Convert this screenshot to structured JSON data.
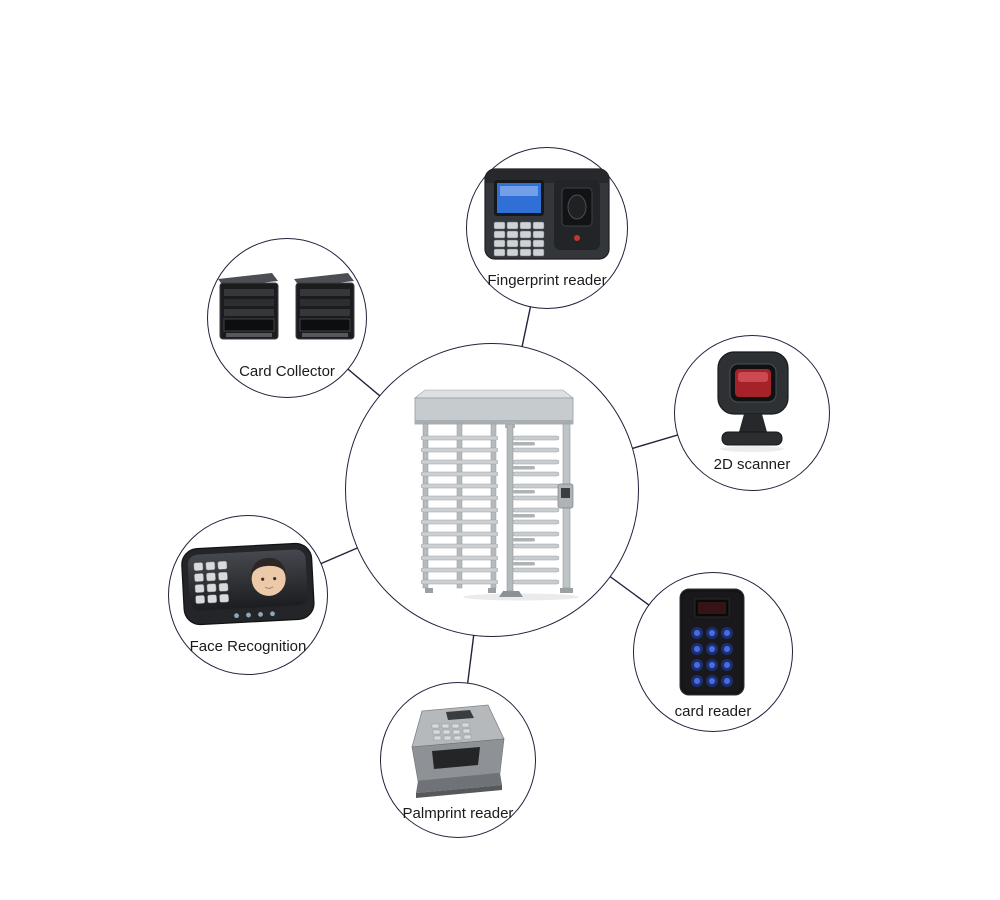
{
  "diagram": {
    "type": "hub-and-spoke",
    "background": "#ffffff",
    "colors": {
      "connector_line": "#22223d",
      "circle_border": "#22223d",
      "label_text": "#1a1a1a"
    },
    "center": {
      "id": "turnstile",
      "image": "full-height-turnstile"
    },
    "nodes": [
      {
        "id": "fingerprint-reader",
        "image": "fingerprint-reader-terminal",
        "label": "Fingerprint reader"
      },
      {
        "id": "card-collector",
        "image": "card-collector-machines",
        "label": "Card Collector"
      },
      {
        "id": "2d-scanner",
        "image": "desktop-2d-barcode-scanner",
        "label": "2D scanner"
      },
      {
        "id": "face-recognition",
        "image": "face-recognition-terminal",
        "label": "Face Recognition"
      },
      {
        "id": "card-reader",
        "image": "keypad-card-reader",
        "label": "card reader"
      },
      {
        "id": "palmprint-reader",
        "image": "palmprint-reader-device",
        "label": "Palmprint reader"
      }
    ]
  }
}
